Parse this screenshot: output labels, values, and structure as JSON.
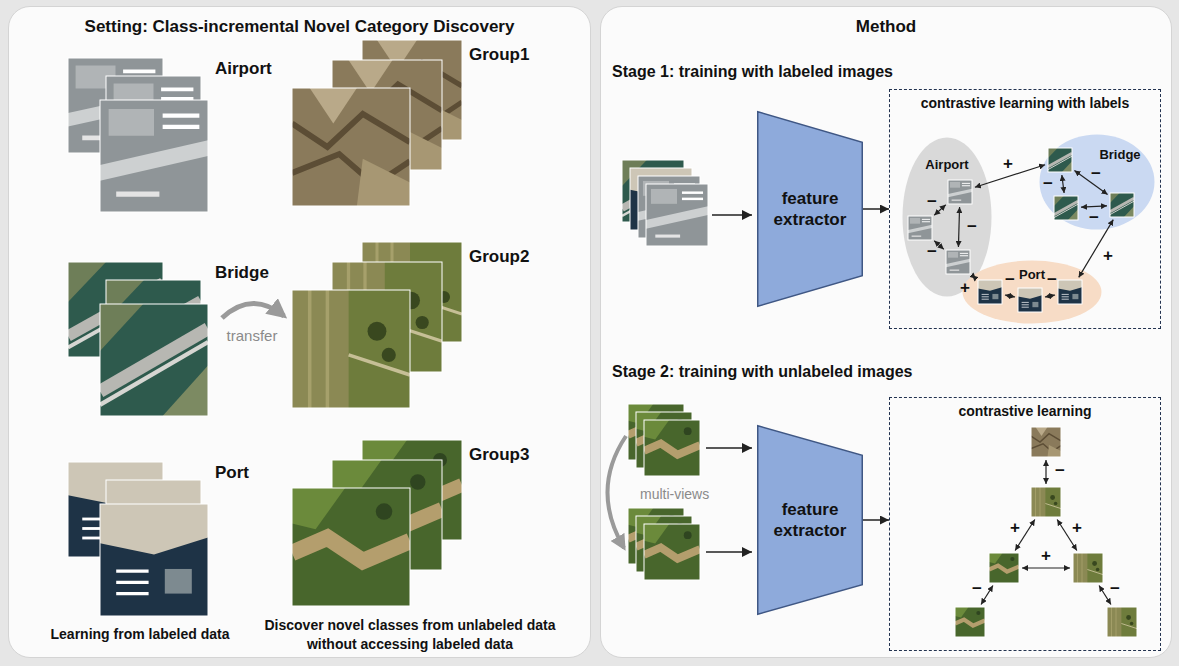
{
  "diagram": {
    "nodes": [
      {
        "text": [
          "Setting: Class-incremental Novel Category Discovery"
        ]
      },
      {
        "text": [
          "Airport"
        ],
        "in": 0
      },
      {
        "text": [
          "Bridge"
        ],
        "in": 0
      },
      {
        "text": [
          "Port"
        ],
        "in": 0
      },
      {
        "text": [
          "Group1"
        ],
        "in": 0
      },
      {
        "text": [
          "Group2"
        ],
        "in": 0
      },
      {
        "text": [
          "Group3"
        ],
        "in": 0
      },
      {
        "text": [
          "Method"
        ]
      },
      {
        "text": [
          "feature extractor"
        ],
        "in": 7
      },
      {
        "text": [
          "contrastive learning with labels"
        ],
        "in": 7
      },
      {
        "text": [
          "Airport"
        ],
        "in": 9
      },
      {
        "text": [
          "Bridge"
        ],
        "in": 9
      },
      {
        "text": [
          "Port"
        ],
        "in": 9
      },
      {
        "text": [
          "feature extractor"
        ],
        "in": 7
      },
      {
        "text": [
          "contrastive learning"
        ],
        "in": 7
      }
    ],
    "edges": [
      {
        "from": 8,
        "to": 9,
        "arrow": "to"
      },
      {
        "from": 13,
        "to": 14,
        "arrow": "to"
      }
    ],
    "labels": [
      "transfer",
      "Learning from labeled data",
      "Discover novel classes from unlabeled data without accessing labeled data",
      "Stage 1: training with labeled images",
      "+",
      "−",
      "−",
      "−",
      "−",
      "−",
      "−",
      "+",
      "+",
      "−",
      "−",
      "Stage 2: training with unlabeled images",
      "multi-views",
      "−",
      "+",
      "+",
      "+",
      "−",
      "−"
    ]
  }
}
